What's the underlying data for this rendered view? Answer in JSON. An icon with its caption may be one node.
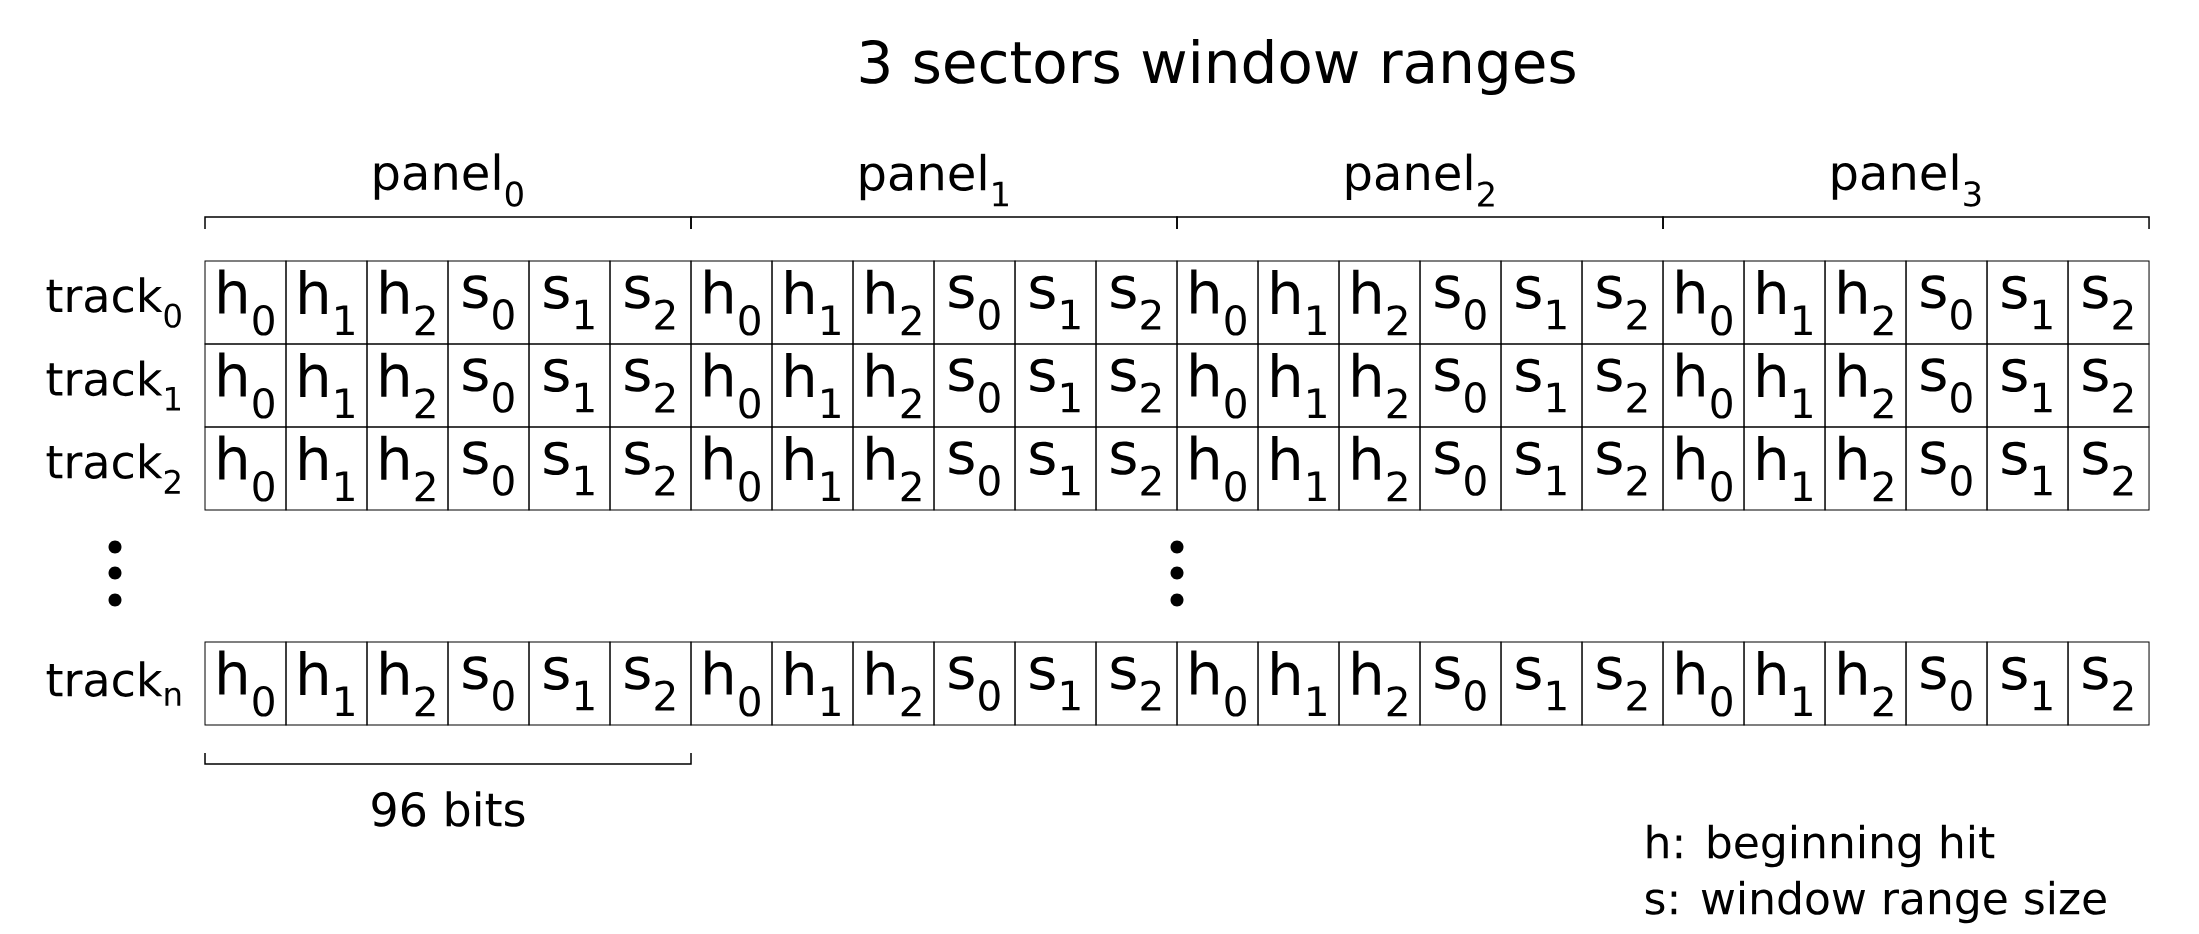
{
  "diagram": {
    "title": "3 sectors window ranges",
    "labels": [
      "panel$_{0}$",
      "panel$_{1}$",
      "panel$_{2}$",
      "panel$_{3}$",
      "track$_{0}$",
      "h$_{0}$",
      "h$_{1}$",
      "h$_{2}$",
      "s$_{0}$",
      "s$_{1}$",
      "s$_{2}$",
      "h$_{0}$",
      "h$_{1}$",
      "h$_{2}$",
      "s$_{0}$",
      "s$_{1}$",
      "s$_{2}$",
      "h$_{0}$",
      "h$_{1}$",
      "h$_{2}$",
      "s$_{0}$",
      "s$_{1}$",
      "s$_{2}$",
      "h$_{0}$",
      "h$_{1}$",
      "h$_{2}$",
      "s$_{0}$",
      "s$_{1}$",
      "s$_{2}$",
      "track$_{1}$",
      "h$_{0}$",
      "h$_{1}$",
      "h$_{2}$",
      "s$_{0}$",
      "s$_{1}$",
      "s$_{2}$",
      "h$_{0}$",
      "h$_{1}$",
      "h$_{2}$",
      "s$_{0}$",
      "s$_{1}$",
      "s$_{2}$",
      "h$_{0}$",
      "h$_{1}$",
      "h$_{2}$",
      "s$_{0}$",
      "s$_{1}$",
      "s$_{2}$",
      "h$_{0}$",
      "h$_{1}$",
      "h$_{2}$",
      "s$_{0}$",
      "s$_{1}$",
      "s$_{2}$",
      "track$_{2}$",
      "h$_{0}$",
      "h$_{1}$",
      "h$_{2}$",
      "s$_{0}$",
      "s$_{1}$",
      "s$_{2}$",
      "h$_{0}$",
      "h$_{1}$",
      "h$_{2}$",
      "s$_{0}$",
      "s$_{1}$",
      "s$_{2}$",
      "h$_{0}$",
      "h$_{1}$",
      "h$_{2}$",
      "s$_{0}$",
      "s$_{1}$",
      "s$_{2}$",
      "h$_{0}$",
      "h$_{1}$",
      "h$_{2}$",
      "s$_{0}$",
      "s$_{1}$",
      "s$_{2}$",
      "track$_{n}$",
      "h$_{0}$",
      "h$_{1}$",
      "h$_{2}$",
      "s$_{0}$",
      "s$_{1}$",
      "s$_{2}$",
      "h$_{0}$",
      "h$_{1}$",
      "h$_{2}$",
      "s$_{0}$",
      "s$_{1}$",
      "s$_{2}$",
      "h$_{0}$",
      "h$_{1}$",
      "h$_{2}$",
      "s$_{0}$",
      "s$_{1}$",
      "s$_{2}$",
      "h$_{0}$",
      "h$_{1}$",
      "h$_{2}$",
      "s$_{0}$",
      "s$_{1}$",
      "s$_{2}$",
      "96 bits",
      "h: beginning hit",
      "s: window range size"
    ]
  }
}
